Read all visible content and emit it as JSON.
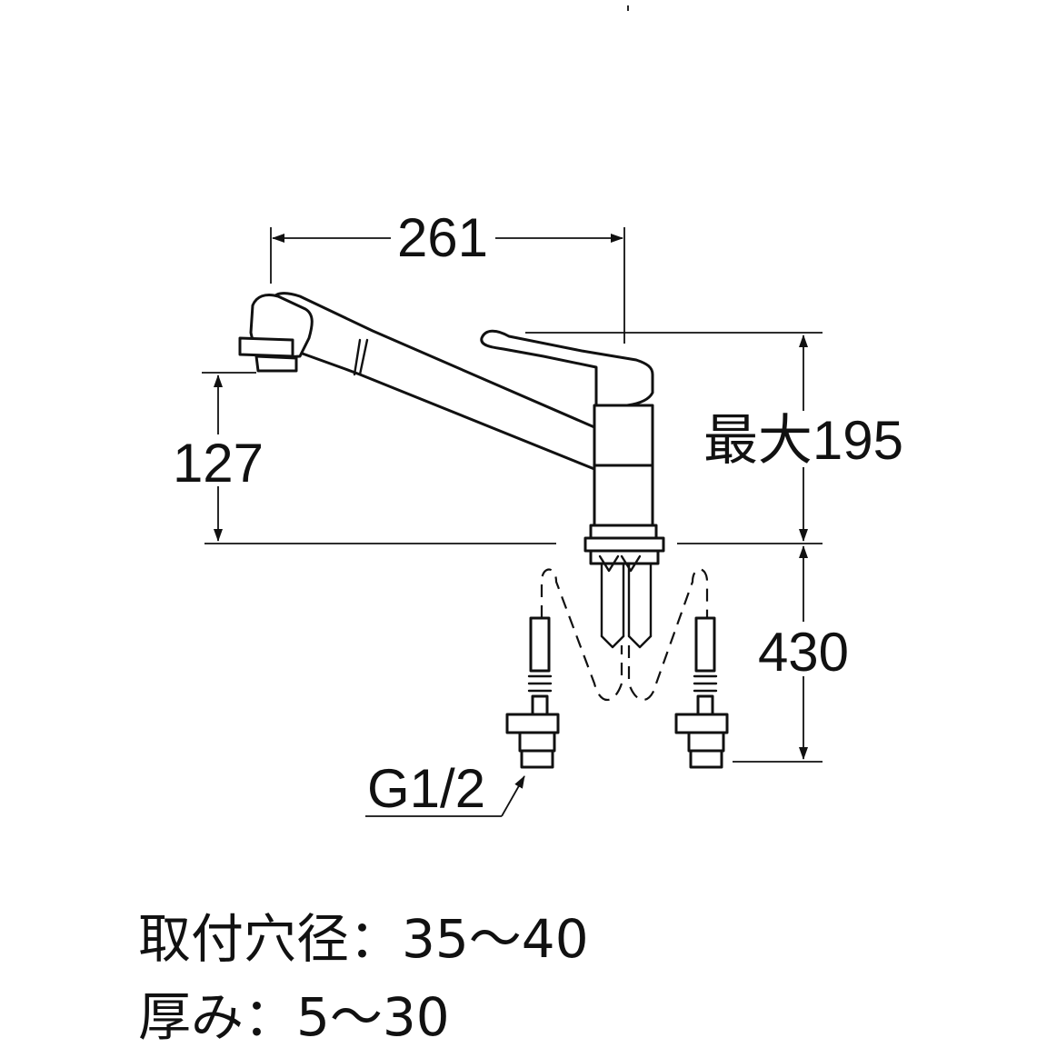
{
  "dimensions": {
    "spout_reach": "261",
    "spout_height": "127",
    "max_height": "最大195",
    "hose_length": "430",
    "connection": "G1/2"
  },
  "specs": {
    "mounting_hole": "取付穴径：35～40",
    "thickness": "厚み：5～30"
  }
}
